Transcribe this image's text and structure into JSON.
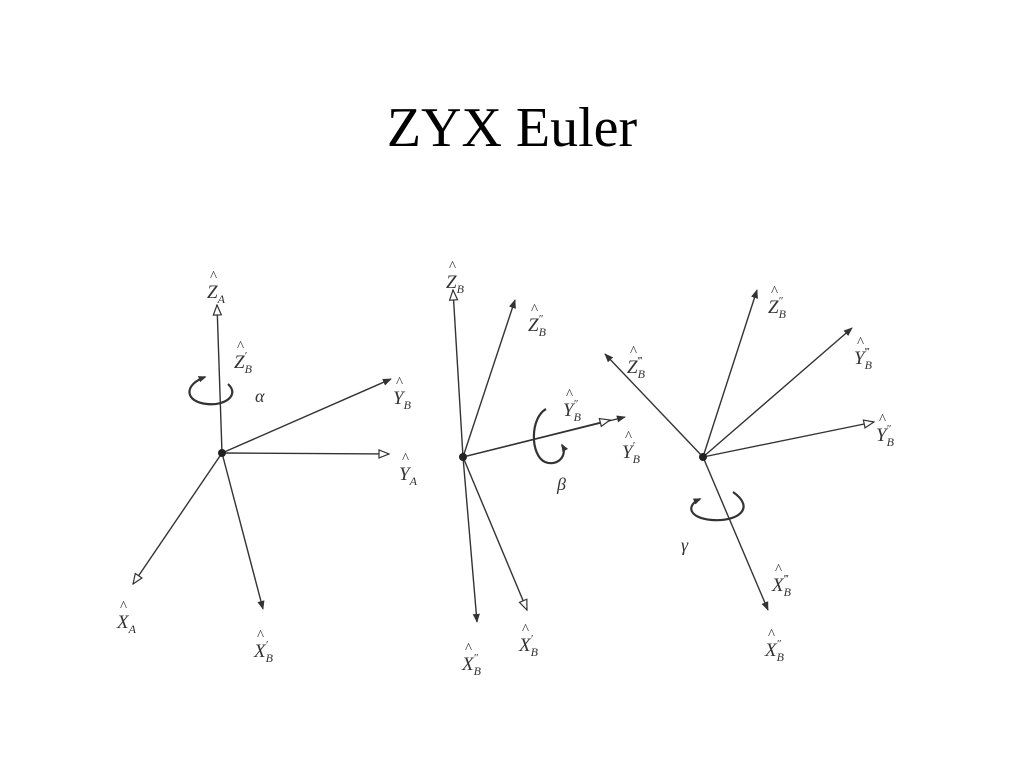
{
  "slide": {
    "title": "ZYX Euler"
  },
  "frames": [
    {
      "angle": "α",
      "axes": [
        {
          "letter": "Z",
          "sub": "A",
          "prime": "",
          "head": "open"
        },
        {
          "letter": "Z",
          "sub": "B",
          "prime": "′",
          "head": ""
        },
        {
          "letter": "Y",
          "sub": "B",
          "prime": "",
          "head": "filled"
        },
        {
          "letter": "Y",
          "sub": "A",
          "prime": "",
          "head": "open"
        },
        {
          "letter": "X",
          "sub": "A",
          "prime": "",
          "head": "open"
        },
        {
          "letter": "X",
          "sub": "B",
          "prime": "′",
          "head": "filled"
        }
      ]
    },
    {
      "angle": "β",
      "axes": [
        {
          "letter": "Z",
          "sub": "B",
          "prime": "",
          "head": "open"
        },
        {
          "letter": "Z",
          "sub": "B",
          "prime": "″",
          "head": "filled"
        },
        {
          "letter": "Y",
          "sub": "B",
          "prime": "″",
          "head": "filled"
        },
        {
          "letter": "Y",
          "sub": "B",
          "prime": "′",
          "head": "open"
        },
        {
          "letter": "X",
          "sub": "B",
          "prime": "″",
          "head": "filled"
        },
        {
          "letter": "X",
          "sub": "B",
          "prime": "′",
          "head": "open"
        }
      ]
    },
    {
      "angle": "γ",
      "axes": [
        {
          "letter": "Z",
          "sub": "B",
          "prime": "″",
          "head": "filled"
        },
        {
          "letter": "Z",
          "sub": "B",
          "prime": "‴",
          "head": "filled"
        },
        {
          "letter": "Y",
          "sub": "B",
          "prime": "‴",
          "head": "filled"
        },
        {
          "letter": "Y",
          "sub": "B",
          "prime": "″",
          "head": "open"
        },
        {
          "letter": "X",
          "sub": "B",
          "prime": "‴",
          "head": "filled"
        },
        {
          "letter": "X",
          "sub": "B",
          "prime": "″",
          "head": "open"
        }
      ]
    }
  ]
}
